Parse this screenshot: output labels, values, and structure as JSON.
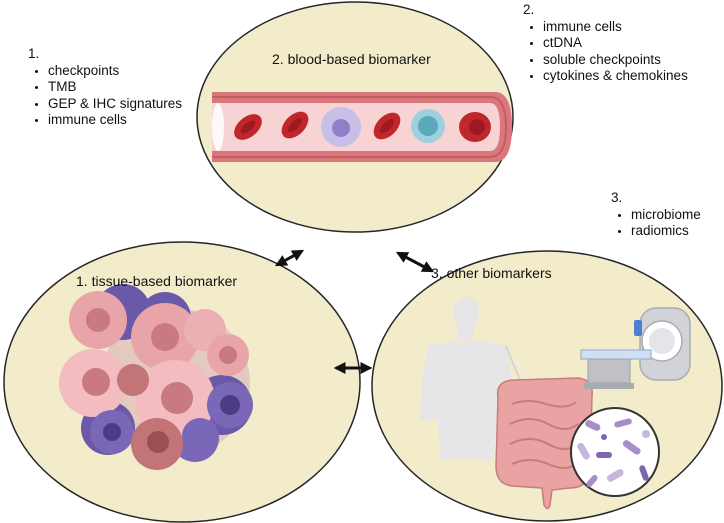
{
  "notes": {
    "tissue": {
      "number": "1.",
      "items": [
        "checkpoints",
        "TMB",
        "GEP & IHC signatures",
        "immune cells"
      ]
    },
    "blood": {
      "number": "2.",
      "items": [
        "immune cells",
        "ctDNA",
        "soluble checkpoints",
        "cytokines & chemokines"
      ]
    },
    "other": {
      "number": "3.",
      "items": [
        "microbiome",
        "radiomics"
      ]
    }
  },
  "circles": {
    "blood": {
      "title": "2. blood-based biomarker"
    },
    "tissue": {
      "title": "1.  tissue-based biomarker"
    },
    "other": {
      "title": "3. other biomarkers"
    }
  },
  "colors": {
    "circle_fill": "#f3eccb",
    "circle_stroke": "#26262a",
    "vessel": "#d9777c",
    "vessel_lumen": "#f8d3d3",
    "rbc": "#c0272d",
    "tumor_pink": "#e9a4a9",
    "tumor_purple": "#6a58a8",
    "tumor_mauve": "#c27477",
    "colon": "#e9a3a2",
    "body": "#e6e6e9",
    "microbe": "#a68fc9"
  }
}
